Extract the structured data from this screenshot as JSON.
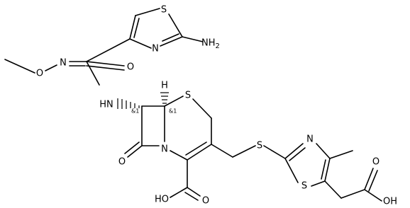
{
  "molecule": {
    "atom_labels": {
      "amine": "NH2",
      "thiazole1_s": "S",
      "thiazole1_n": "N",
      "oxime_n": "N",
      "oxime_o": "O",
      "methyl": "",
      "amide_o": "O",
      "amide_nh": "HN",
      "stereo_c7": "&1",
      "stereo_c6": "&1",
      "h6": "H",
      "ring_s": "S",
      "lactam_n": "N",
      "lactam_o": "O",
      "thioether_s": "S",
      "thiazole2_n": "N",
      "thiazole2_s": "S",
      "acid1_o": "O",
      "acid1_oh": "HO",
      "acid2_o": "O",
      "acid2_oh": "OH"
    }
  }
}
